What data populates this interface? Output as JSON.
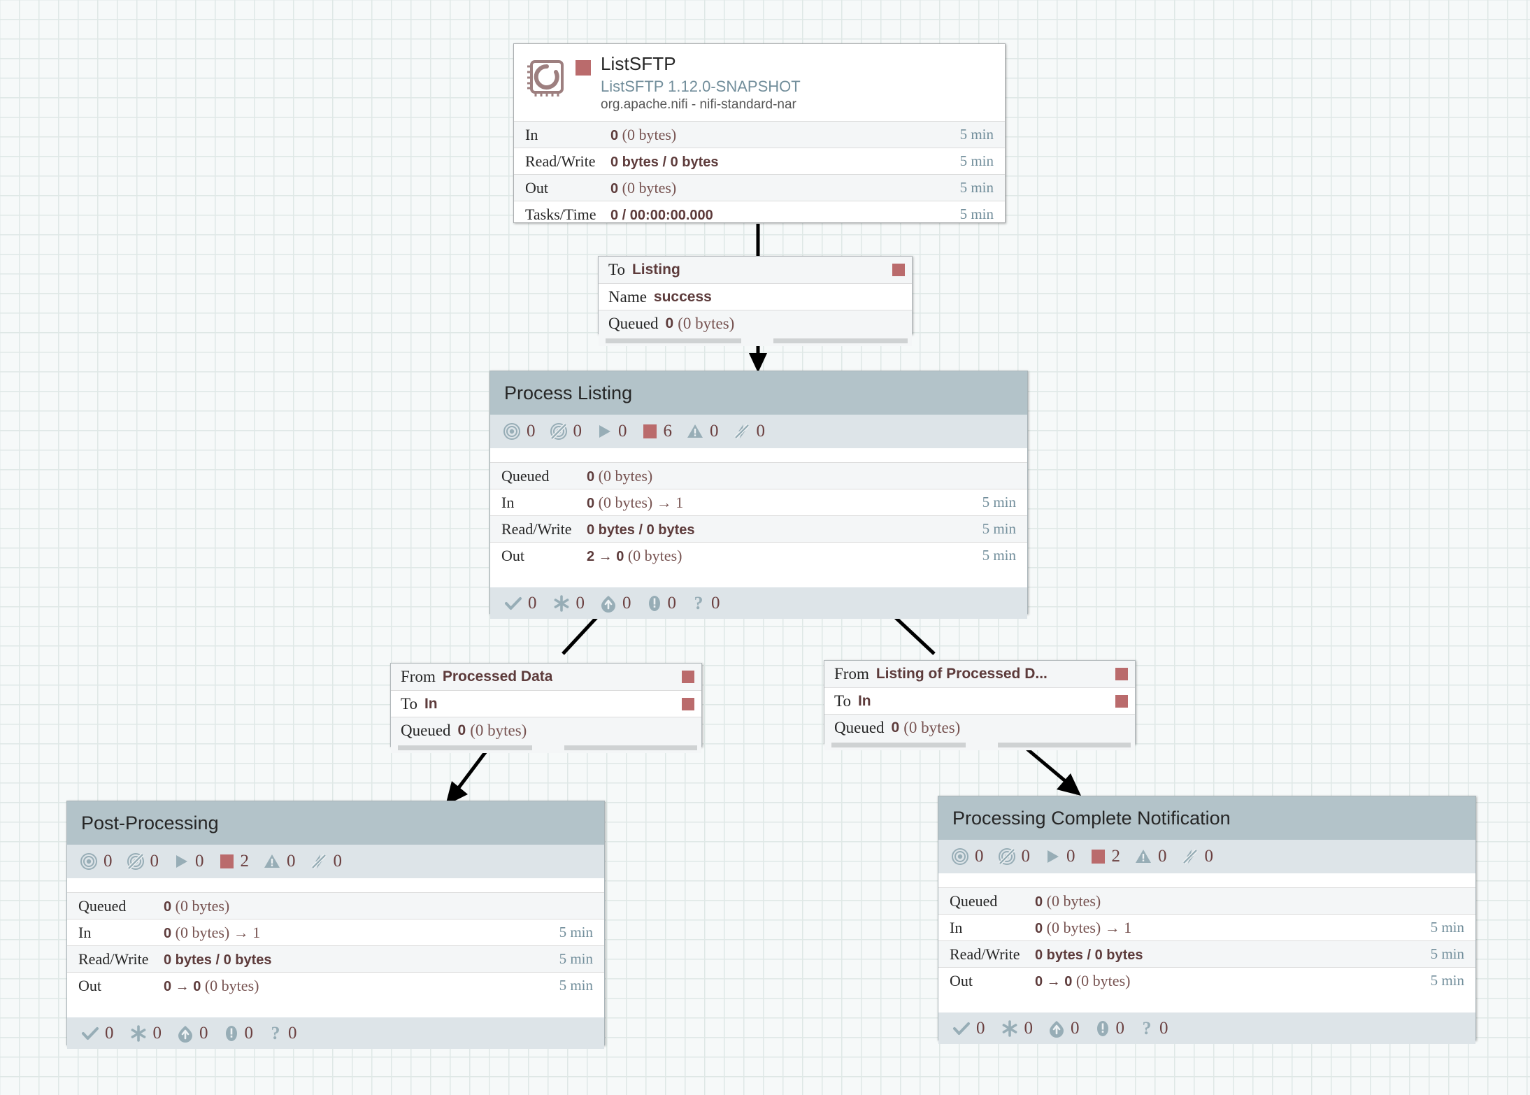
{
  "canvas": {
    "background_color": "#f6f9f9",
    "grid_color": "#dfe8e6",
    "accent_red": "#ba6b6c",
    "group_header_color": "#b3c3c9",
    "group_counts_color": "#dde4e8",
    "link_color": "#728e9b"
  },
  "processor": {
    "name": "ListSFTP",
    "type_version": "ListSFTP 1.12.0-SNAPSHOT",
    "bundle": "org.apache.nifi - nifi-standard-nar",
    "icon": "processor-chip-icon",
    "status_dot": "stopped-square-icon",
    "stats": [
      {
        "label": "In",
        "value": "0",
        "suffix": "(0 bytes)",
        "time": "5 min"
      },
      {
        "label": "Read/Write",
        "value": "0 bytes / 0 bytes",
        "suffix": "",
        "time": "5 min"
      },
      {
        "label": "Out",
        "value": "0",
        "suffix": "(0 bytes)",
        "time": "5 min"
      },
      {
        "label": "Tasks/Time",
        "value": "0 / 00:00:00.000",
        "suffix": "",
        "time": "5 min"
      }
    ]
  },
  "connections": [
    {
      "id": "conn-listsftp-to-listing",
      "rows": [
        {
          "key": "To",
          "value": "Listing",
          "square": true
        },
        {
          "key": "Name",
          "value": "success",
          "square": false
        }
      ],
      "queued_key": "Queued",
      "queued_value": "0",
      "queued_bytes": "(0 bytes)"
    },
    {
      "id": "conn-processed-data-to-in",
      "rows": [
        {
          "key": "From",
          "value": "Processed Data",
          "square": true
        },
        {
          "key": "To",
          "value": "In",
          "square": true
        }
      ],
      "queued_key": "Queued",
      "queued_value": "0",
      "queued_bytes": "(0 bytes)"
    },
    {
      "id": "conn-listing-of-processed-to-in",
      "rows": [
        {
          "key": "From",
          "value": "Listing of Processed D...",
          "square": true
        },
        {
          "key": "To",
          "value": "In",
          "square": true
        }
      ],
      "queued_key": "Queued",
      "queued_value": "0",
      "queued_bytes": "(0 bytes)"
    }
  ],
  "groups": [
    {
      "id": "process-listing",
      "title": "Process Listing",
      "counts": [
        {
          "icon": "transmitting-icon",
          "value": "0"
        },
        {
          "icon": "not-transmitting-icon",
          "value": "0"
        },
        {
          "icon": "running-icon",
          "value": "0"
        },
        {
          "icon": "stopped-icon",
          "value": "6"
        },
        {
          "icon": "invalid-icon",
          "value": "0"
        },
        {
          "icon": "disabled-icon",
          "value": "0"
        }
      ],
      "stats": [
        {
          "label": "Queued",
          "value": "0",
          "suffix": "(0 bytes)",
          "time": ""
        },
        {
          "label": "In",
          "value": "0",
          "suffix": "(0 bytes) → 1",
          "time": "5 min"
        },
        {
          "label": "Read/Write",
          "value": "0 bytes / 0 bytes",
          "suffix": "",
          "time": "5 min"
        },
        {
          "label": "Out",
          "value": "2 → 0",
          "suffix": "(0 bytes)",
          "time": "5 min"
        }
      ],
      "footer": [
        {
          "icon": "active-threads-icon",
          "value": "0"
        },
        {
          "icon": "terminated-threads-icon",
          "value": "0"
        },
        {
          "icon": "up-to-date-icon",
          "value": "0"
        },
        {
          "icon": "locally-modified-icon",
          "value": "0"
        },
        {
          "icon": "sync-failure-icon",
          "value": "0"
        }
      ]
    },
    {
      "id": "post-processing",
      "title": "Post-Processing",
      "counts": [
        {
          "icon": "transmitting-icon",
          "value": "0"
        },
        {
          "icon": "not-transmitting-icon",
          "value": "0"
        },
        {
          "icon": "running-icon",
          "value": "0"
        },
        {
          "icon": "stopped-icon",
          "value": "2"
        },
        {
          "icon": "invalid-icon",
          "value": "0"
        },
        {
          "icon": "disabled-icon",
          "value": "0"
        }
      ],
      "stats": [
        {
          "label": "Queued",
          "value": "0",
          "suffix": "(0 bytes)",
          "time": ""
        },
        {
          "label": "In",
          "value": "0",
          "suffix": "(0 bytes) → 1",
          "time": "5 min"
        },
        {
          "label": "Read/Write",
          "value": "0 bytes / 0 bytes",
          "suffix": "",
          "time": "5 min"
        },
        {
          "label": "Out",
          "value": "0 → 0",
          "suffix": "(0 bytes)",
          "time": "5 min"
        }
      ],
      "footer": [
        {
          "icon": "active-threads-icon",
          "value": "0"
        },
        {
          "icon": "terminated-threads-icon",
          "value": "0"
        },
        {
          "icon": "up-to-date-icon",
          "value": "0"
        },
        {
          "icon": "locally-modified-icon",
          "value": "0"
        },
        {
          "icon": "sync-failure-icon",
          "value": "0"
        }
      ]
    },
    {
      "id": "processing-complete-notification",
      "title": "Processing Complete Notification",
      "counts": [
        {
          "icon": "transmitting-icon",
          "value": "0"
        },
        {
          "icon": "not-transmitting-icon",
          "value": "0"
        },
        {
          "icon": "running-icon",
          "value": "0"
        },
        {
          "icon": "stopped-icon",
          "value": "2"
        },
        {
          "icon": "invalid-icon",
          "value": "0"
        },
        {
          "icon": "disabled-icon",
          "value": "0"
        }
      ],
      "stats": [
        {
          "label": "Queued",
          "value": "0",
          "suffix": "(0 bytes)",
          "time": ""
        },
        {
          "label": "In",
          "value": "0",
          "suffix": "(0 bytes) → 1",
          "time": "5 min"
        },
        {
          "label": "Read/Write",
          "value": "0 bytes / 0 bytes",
          "suffix": "",
          "time": "5 min"
        },
        {
          "label": "Out",
          "value": "0 → 0",
          "suffix": "(0 bytes)",
          "time": "5 min"
        }
      ],
      "footer": [
        {
          "icon": "active-threads-icon",
          "value": "0"
        },
        {
          "icon": "terminated-threads-icon",
          "value": "0"
        },
        {
          "icon": "up-to-date-icon",
          "value": "0"
        },
        {
          "icon": "locally-modified-icon",
          "value": "0"
        },
        {
          "icon": "sync-failure-icon",
          "value": "0"
        }
      ]
    }
  ]
}
